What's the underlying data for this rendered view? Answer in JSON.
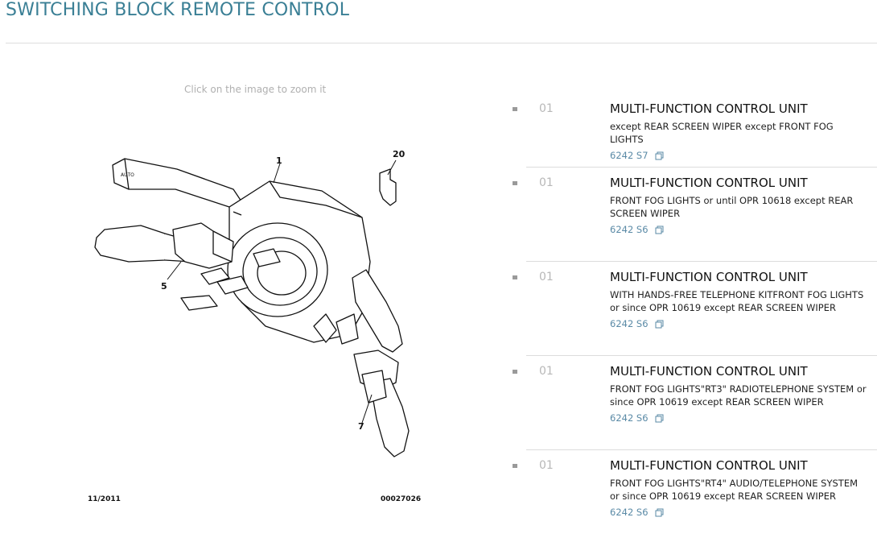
{
  "title": "SWITCHING BLOCK REMOTE CONTROL",
  "zoom_hint": "Click on the image to zoom it",
  "diagram": {
    "callouts": [
      "1",
      "20",
      "5",
      "7"
    ],
    "stalk_label": "AUTO",
    "footer_left": "11/2011",
    "footer_right": "00027026"
  },
  "parts": [
    {
      "qty": "01",
      "name": "MULTI-FUNCTION CONTROL UNIT",
      "desc": "except REAR SCREEN WIPER except FRONT FOG LIGHTS",
      "ref": "6242 S7"
    },
    {
      "qty": "01",
      "name": "MULTI-FUNCTION CONTROL UNIT",
      "desc": "FRONT FOG LIGHTS or until OPR 10618 except REAR SCREEN WIPER",
      "ref": "6242 S6"
    },
    {
      "qty": "01",
      "name": "MULTI-FUNCTION CONTROL UNIT",
      "desc": "WITH HANDS-FREE TELEPHONE KITFRONT FOG LIGHTS or since OPR 10619 except REAR SCREEN WIPER",
      "ref": "6242 S6"
    },
    {
      "qty": "01",
      "name": "MULTI-FUNCTION CONTROL UNIT",
      "desc": "FRONT FOG LIGHTS\"RT3\" RADIOTELEPHONE SYSTEM or since OPR 10619 except REAR SCREEN WIPER",
      "ref": "6242 S6"
    },
    {
      "qty": "01",
      "name": "MULTI-FUNCTION CONTROL UNIT",
      "desc": "FRONT FOG LIGHTS\"RT4\" AUDIO/TELEPHONE SYSTEM or since OPR 10619 except REAR SCREEN WIPER",
      "ref": "6242 S6"
    }
  ]
}
